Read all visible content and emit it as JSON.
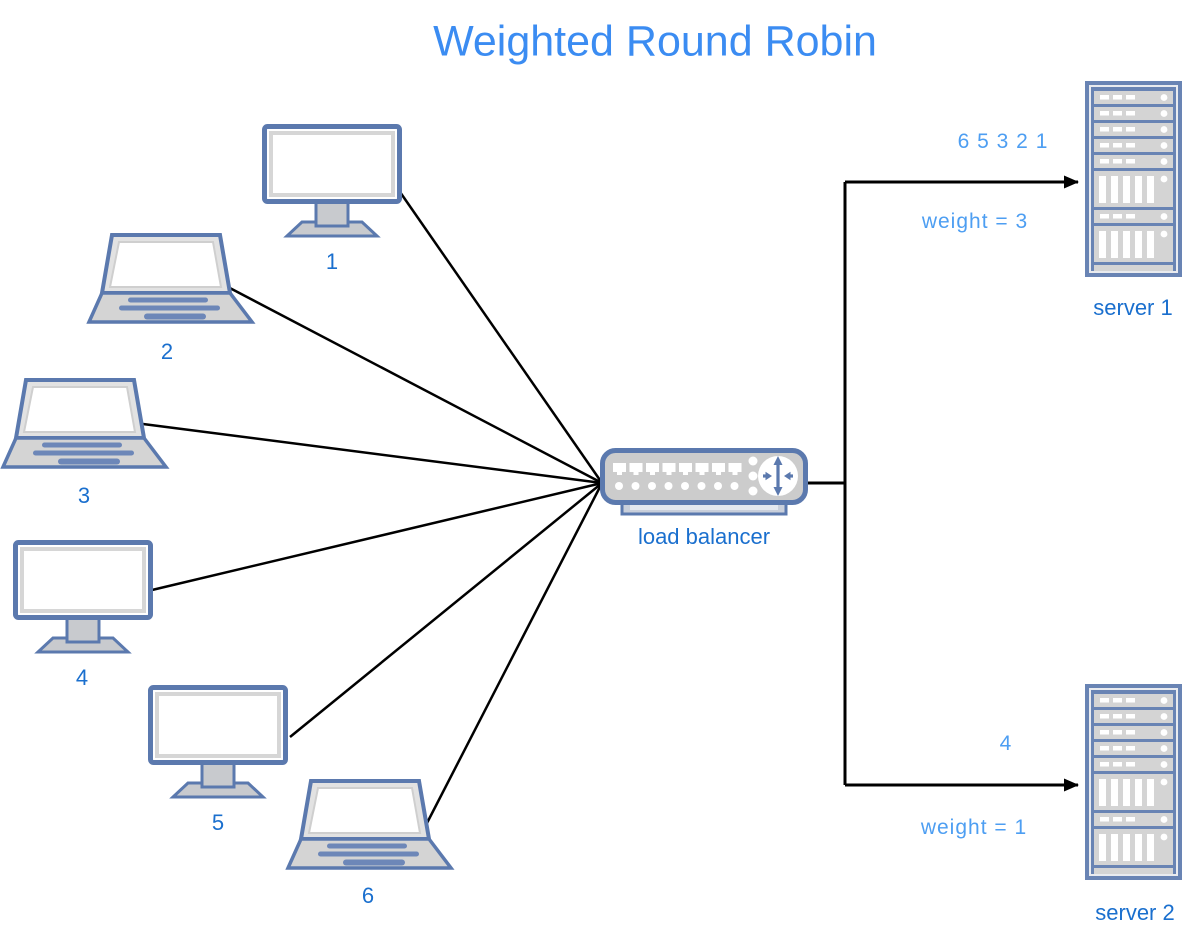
{
  "title": "Weighted Round Robin",
  "clients": [
    {
      "label": "1",
      "type": "monitor"
    },
    {
      "label": "2",
      "type": "laptop"
    },
    {
      "label": "3",
      "type": "laptop"
    },
    {
      "label": "4",
      "type": "monitor"
    },
    {
      "label": "5",
      "type": "monitor"
    },
    {
      "label": "6",
      "type": "laptop"
    }
  ],
  "load_balancer": {
    "label": "load balancer"
  },
  "servers": [
    {
      "label": "server 1",
      "queue": "6 5 3 2 1",
      "weight": "weight = 3"
    },
    {
      "label": "server 2",
      "queue": "4",
      "weight": "weight = 1"
    }
  ],
  "colors": {
    "title_blue": "#3b8cf2",
    "label_blue": "#1a6fce",
    "annotation_blue": "#4d9ef2",
    "device_outline": "#5b79ae",
    "device_fill": "#cccccc",
    "connector_black": "#000000"
  }
}
